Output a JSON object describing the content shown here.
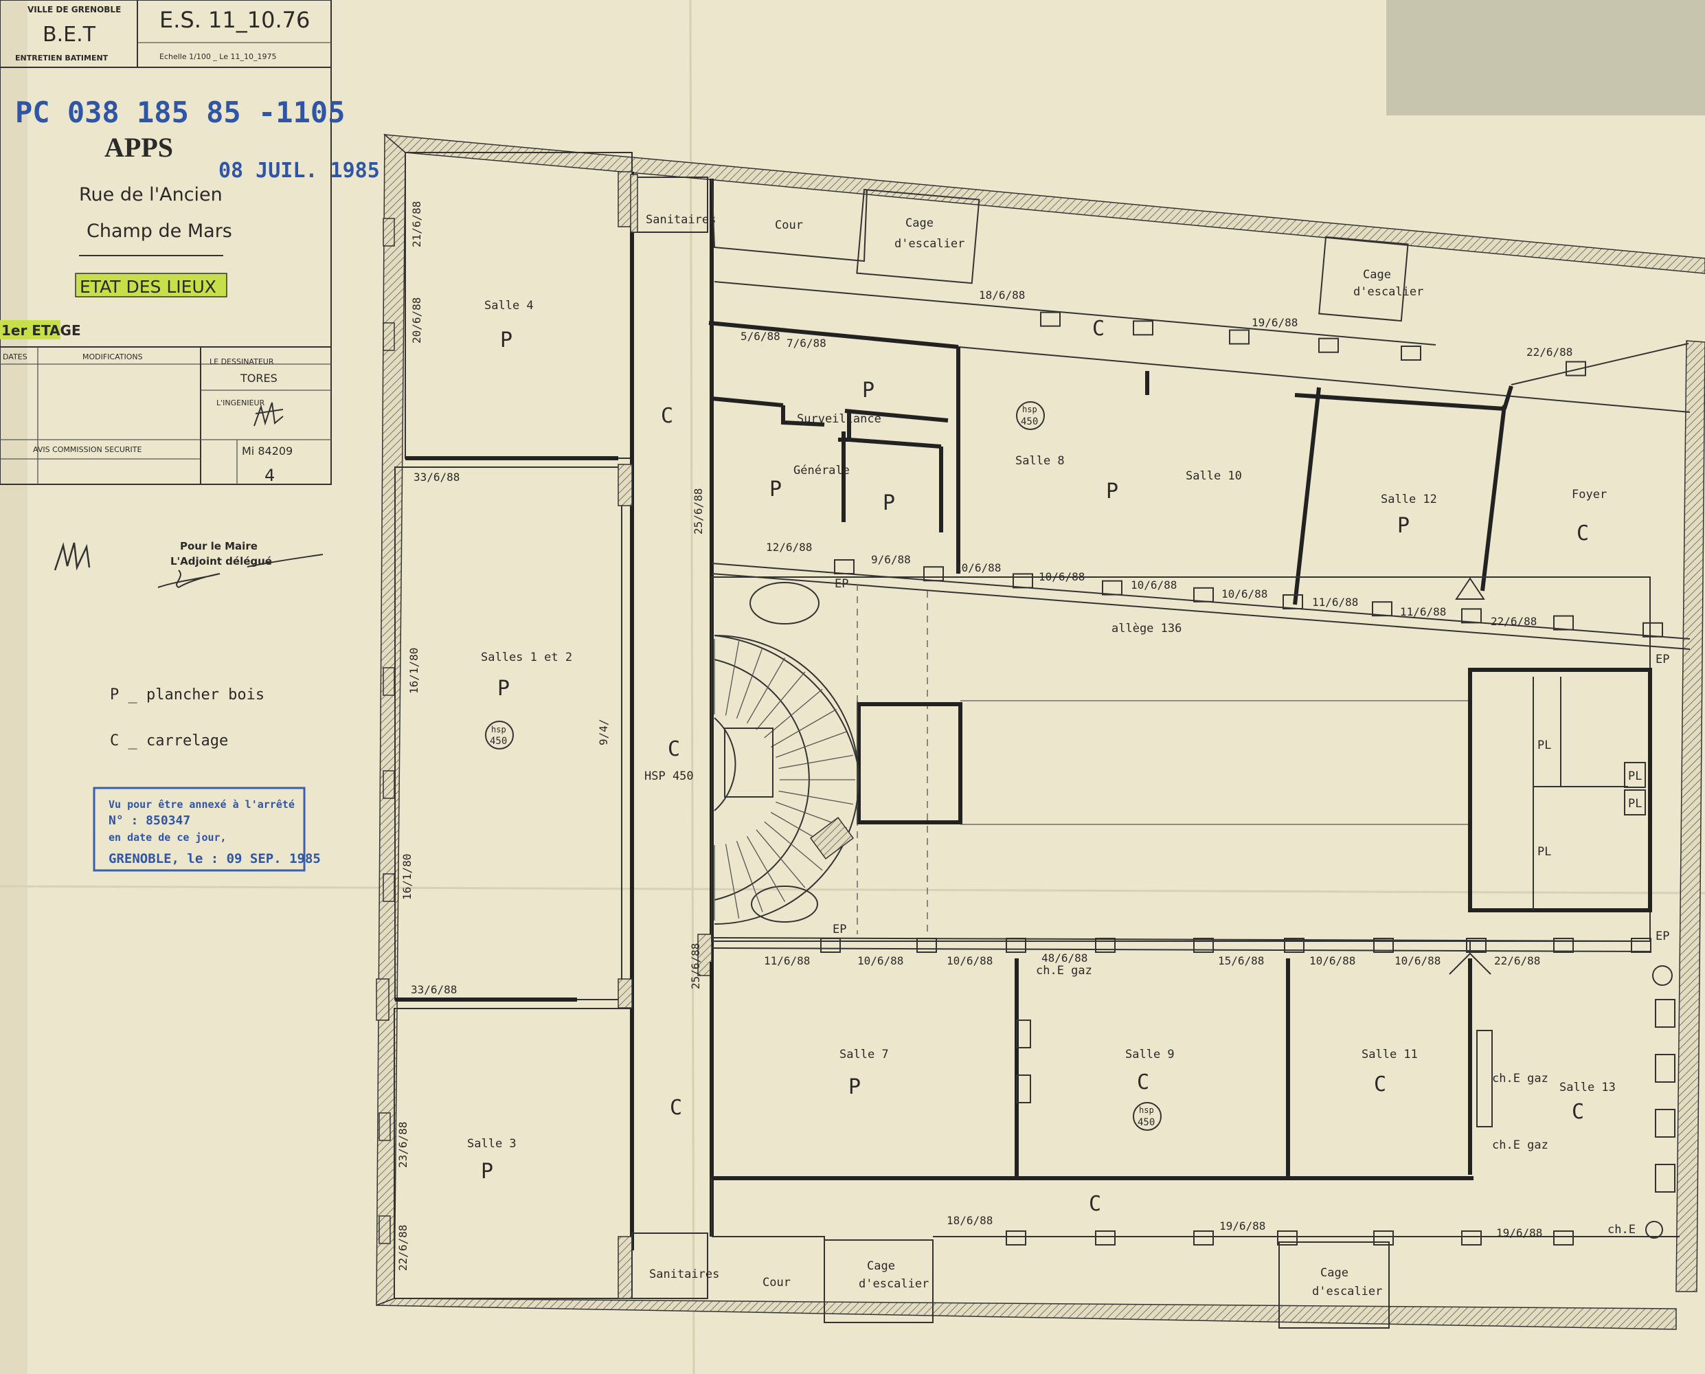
{
  "title_block": {
    "city": "VILLE DE GRENOBLE",
    "bet": "B.E.T",
    "service": "ENTRETIEN BATIMENT",
    "drawing_no": "E.S.  11_10.76",
    "scale_line": "Echelle 1/100 _ Le 11_10_1975",
    "pc_stamp": "PC 038 185 85 -1105",
    "building": "APPS",
    "address_1": "Rue de l'Ancien",
    "address_2": "Champ de Mars",
    "date_stamp": "08 JUIL. 1985",
    "status_label": "ETAT DES LIEUX",
    "floor_label": "1er ETAGE",
    "col_dates": "DATES",
    "col_modifications": "MODIFICATIONS",
    "col_designer": "LE DESSINATEUR",
    "designer_name": "TORES",
    "col_engineer": "L'INGENIEUR",
    "commission": "AVIS COMMISSION SECURITE",
    "ref_no": "Mi 84209",
    "sheet_no": "4",
    "mayor_1": "Pour le Maire",
    "mayor_2": "L'Adjoint délégué"
  },
  "legend": {
    "p": "P _ plancher bois",
    "c": "C _ carrelage"
  },
  "approval_stamp": {
    "line1": "Vu pour être annexé à l'arrêté",
    "line2": "N° : 850347",
    "line3": "en date de ce jour,",
    "line4": "GRENOBLE, le : 09 SEP. 1985"
  },
  "rooms": {
    "salle4": "Salle 4",
    "salles12": "Salles 1 et 2",
    "salle3": "Salle 3",
    "salle7": "Salle 7",
    "salle8": "Salle 8",
    "salle9": "Salle 9",
    "salle10": "Salle 10",
    "salle11": "Salle 11",
    "salle12": "Salle 12",
    "salle13": "Salle 13",
    "foyer": "Foyer",
    "surveillance": "Surveillance",
    "generale": "Générale",
    "cour_top": "Cour",
    "cour_bottom": "Cour",
    "cage": "Cage",
    "escalier": "d'escalier",
    "sanitaires_top": "Sanitaires",
    "sanitaires_bottom": "Sanitaires",
    "allege": "allège 136",
    "hsp": "HSP 450",
    "che_gaz": "ch.E gaz",
    "che": "ch.E"
  },
  "codes": {
    "p": "P",
    "c": "C",
    "pl": "PL",
    "hsp_top": "hsp",
    "hsp_bot": "450",
    "ep": "EP"
  },
  "dims": {
    "d21": "21/6/88",
    "d20": "20/6/88",
    "d33a": "33/6/88",
    "d16a": "16/1/80",
    "d16b": "16/1/80",
    "d33b": "33/6/88",
    "d23": "23/6/88",
    "d22a": "22/6/88",
    "d18a": "18/6/88",
    "d19a": "19/6/88",
    "d22b": "22/6/88",
    "d5": "5/6/88",
    "d7": "7/6/88",
    "d25a": "25/6/88",
    "d12": "12/6/88",
    "d9": "9/6/88",
    "d10a": "10/6/88",
    "d10b": "10/6/88",
    "d10c": "10/6/88",
    "d10d": "10/6/88",
    "d11a": "11/6/88",
    "d11b": "11/6/88",
    "d22c": "22/6/88",
    "d94": "9/4/",
    "d25b": "25/6/88",
    "d11c": "11/6/88",
    "d10e": "10/6/88",
    "d10f": "10/6/88",
    "d48": "48/6/88",
    "d15": "15/6/88",
    "d10g": "10/6/88",
    "d10h": "10/6/88",
    "d22d": "22/6/88",
    "d18b": "18/6/88",
    "d19b": "19/6/88",
    "d19c": "19/6/88"
  }
}
